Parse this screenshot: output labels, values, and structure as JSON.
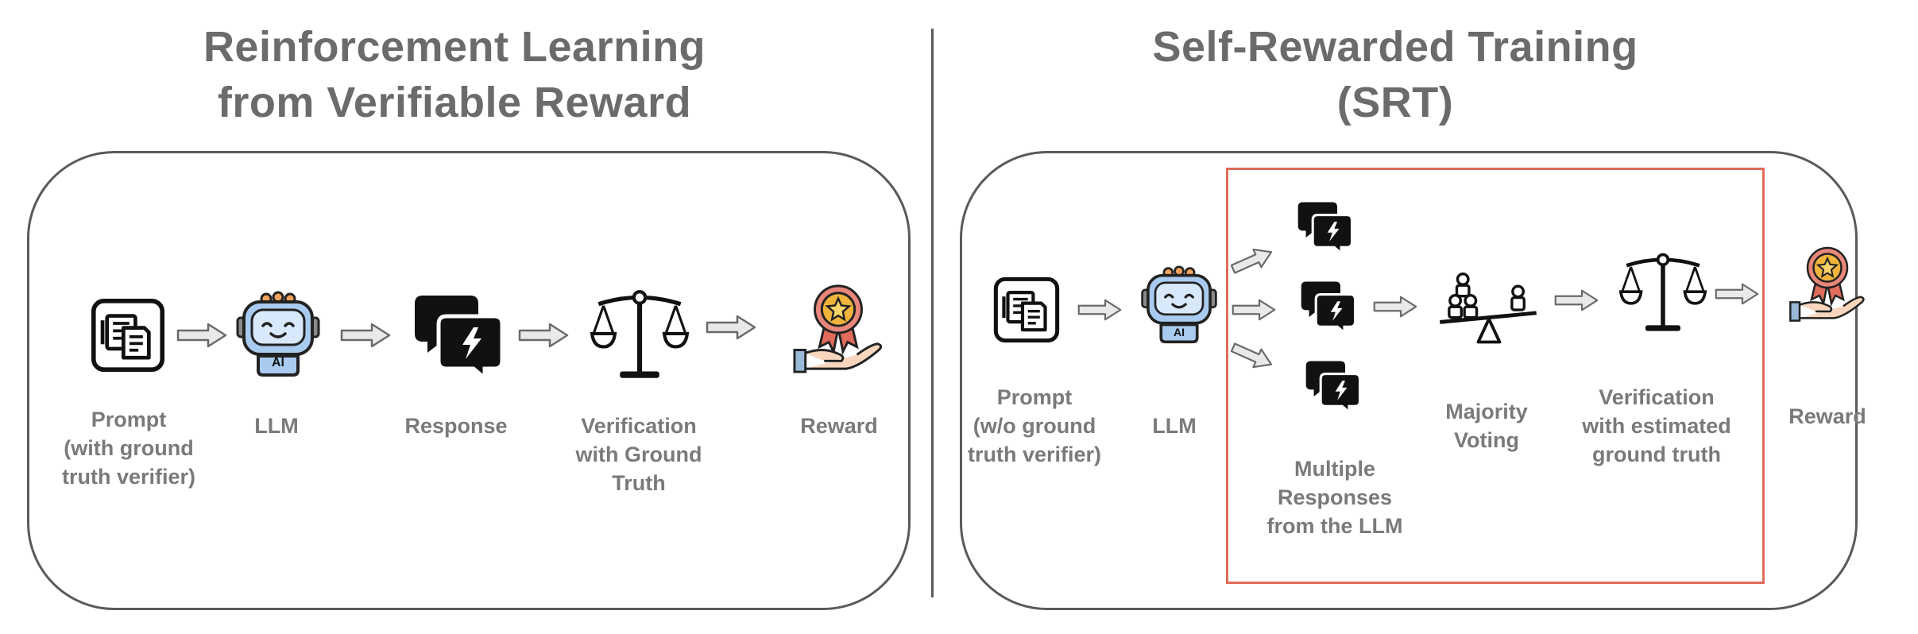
{
  "left": {
    "title": [
      "Reinforcement Learning",
      "from Verifiable Reward"
    ],
    "steps": [
      {
        "label": [
          "Prompt",
          "(with ground",
          "truth verifier)"
        ]
      },
      {
        "label": [
          "LLM"
        ]
      },
      {
        "label": [
          "Response"
        ]
      },
      {
        "label": [
          "Verification",
          "with Ground",
          "Truth"
        ]
      },
      {
        "label": [
          "Reward"
        ]
      }
    ],
    "robot_badge": "AI"
  },
  "right": {
    "title": [
      "Self-Rewarded Training",
      "(SRT)"
    ],
    "steps": [
      {
        "label": [
          "Prompt",
          "(w/o ground",
          "truth verifier)"
        ]
      },
      {
        "label": [
          "LLM"
        ]
      },
      {
        "label": [
          "Multiple",
          "Responses",
          "from the LLM"
        ]
      },
      {
        "label": [
          "Majority",
          "Voting"
        ]
      },
      {
        "label": [
          "Verification",
          "with estimated",
          "ground truth"
        ]
      },
      {
        "label": [
          "Reward"
        ]
      }
    ],
    "robot_badge": "AI"
  },
  "colors": {
    "title": "#6b6b6b",
    "label": "#7a7a7a",
    "border": "#5a5a5a",
    "highlight_box": "#e06b5a",
    "robot_face": "#a9cbef",
    "medal": "#f0b43c",
    "hand": "#f7d6bd"
  }
}
